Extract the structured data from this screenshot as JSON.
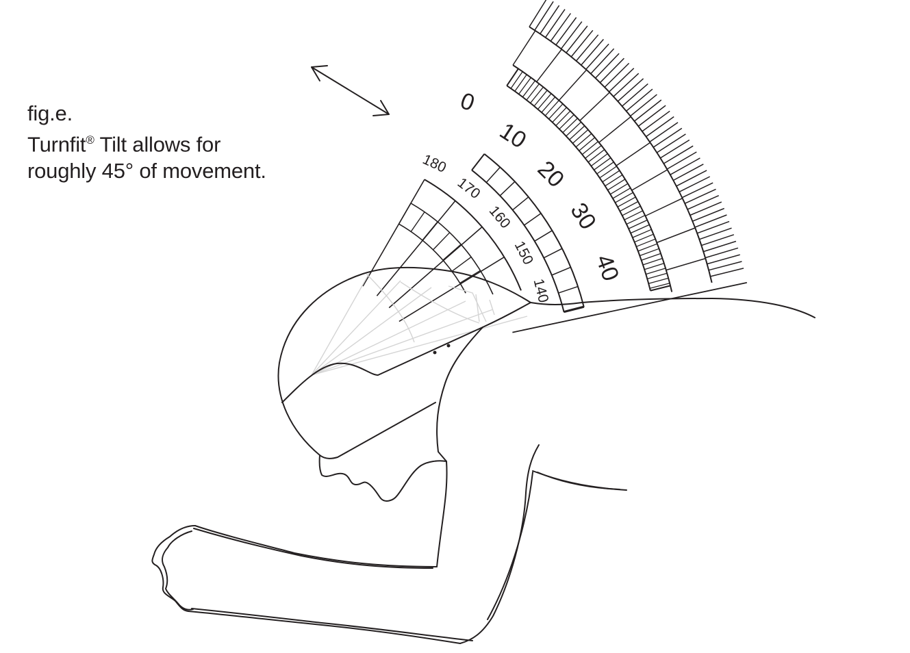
{
  "caption": {
    "line1": "fig.e.",
    "line2_prefix": "Turnfit",
    "line2_mark": "®",
    "line2_suffix": " Tilt allows for",
    "line3": "roughly 45° of movement."
  },
  "outer_scale": {
    "labels": [
      "0",
      "10",
      "20",
      "30",
      "40"
    ]
  },
  "inner_scale": {
    "labels": [
      "180",
      "170",
      "160",
      "150",
      "140"
    ]
  },
  "icons": {
    "arrow": "double-headed-arrow-icon"
  },
  "colors": {
    "ink": "#231f20",
    "ghost": "#d4d4d4"
  }
}
